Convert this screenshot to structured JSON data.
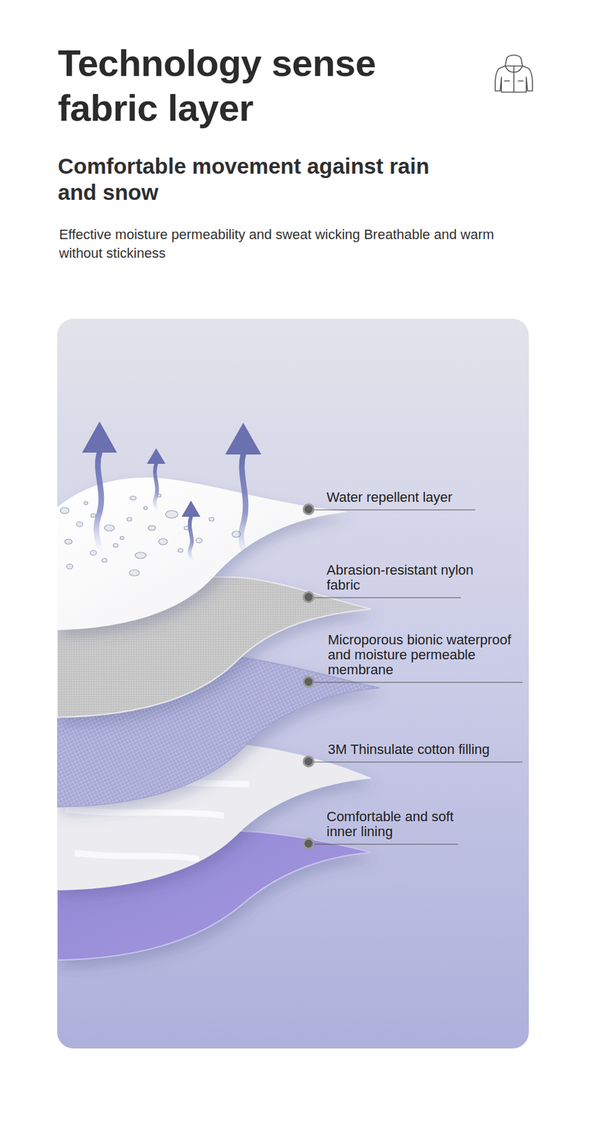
{
  "diagram": {
    "title": "Technology sense fabric layer",
    "labels": [
      "Comfortable movement against rain and snow",
      "Effective moisture permeability and sweat wicking Breathable and warm without stickiness",
      "Water repellent layer",
      "Abrasion-resistant nylon fabric",
      "Microporous bionic waterproof and moisture permeable membrane",
      "3M Thinsulate cotton filling",
      "Comfortable and soft inner lining"
    ]
  }
}
